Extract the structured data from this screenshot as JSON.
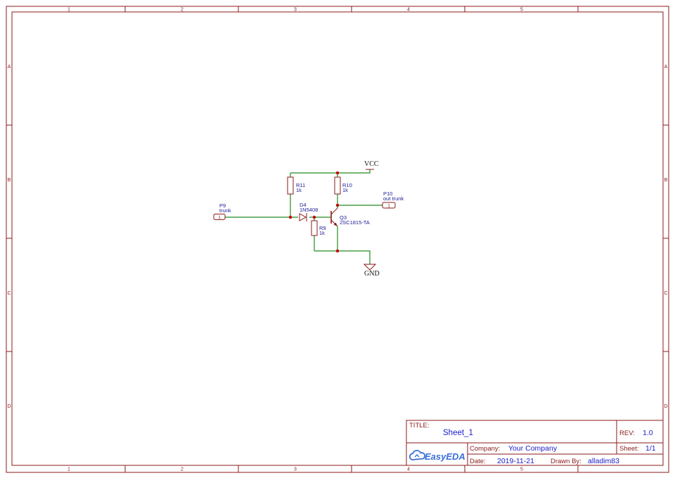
{
  "frame": {
    "columns": [
      "1",
      "2",
      "3",
      "4",
      "5"
    ],
    "rows": [
      "A",
      "B",
      "C",
      "D"
    ]
  },
  "schematic": {
    "power": {
      "vcc": "VCC",
      "gnd": "GND"
    },
    "p9": {
      "name": "P9",
      "value": "trunk",
      "pin": "1"
    },
    "p10": {
      "name": "P10",
      "value": "out trunk",
      "pin": "1"
    },
    "r11": {
      "name": "R11",
      "value": "1k"
    },
    "r10": {
      "name": "R10",
      "value": "1k"
    },
    "r9": {
      "name": "R9",
      "value": "1k"
    },
    "d4": {
      "name": "D4",
      "value": "1N5408"
    },
    "q3": {
      "name": "Q3",
      "value": "2SC1815-TA"
    }
  },
  "title_block": {
    "title_label": "TITLE:",
    "title": "Sheet_1",
    "rev_label": "REV:",
    "rev": "1.0",
    "company_label": "Company:",
    "company": "Your Company",
    "sheet_label": "Sheet:",
    "sheet": "1/1",
    "date_label": "Date:",
    "date": "2019-11-21",
    "drawn_label": "Drawn By:",
    "drawn_by": "alladim83",
    "logo_text": "EasyEDA"
  },
  "colors": {
    "frame": "#8b1a1a",
    "wire": "#228b22",
    "label": "#1a1a99",
    "junction": "#c00000",
    "title_value": "#1a1acc",
    "logo": "#3a6fd8"
  }
}
